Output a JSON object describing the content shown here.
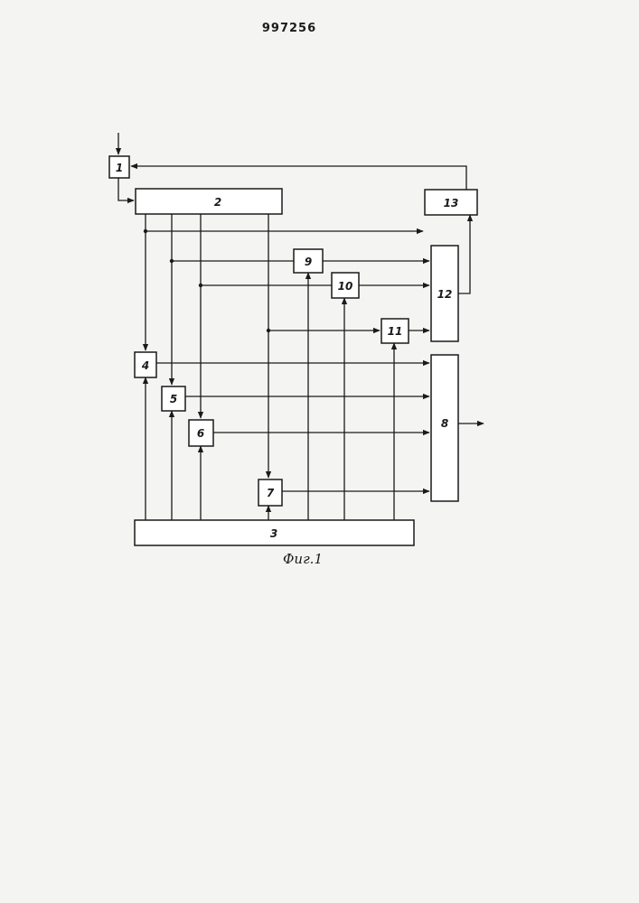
{
  "header": {
    "patent_number": "997256"
  },
  "figure": {
    "caption": "Фиг.1",
    "blocks": {
      "b1": "1",
      "b2": "2",
      "b3": "3",
      "b4": "4",
      "b5": "5",
      "b6": "6",
      "b7": "7",
      "b8": "8",
      "b9": "9",
      "b10": "10",
      "b11": "11",
      "b12": "12",
      "b13": "13"
    }
  }
}
